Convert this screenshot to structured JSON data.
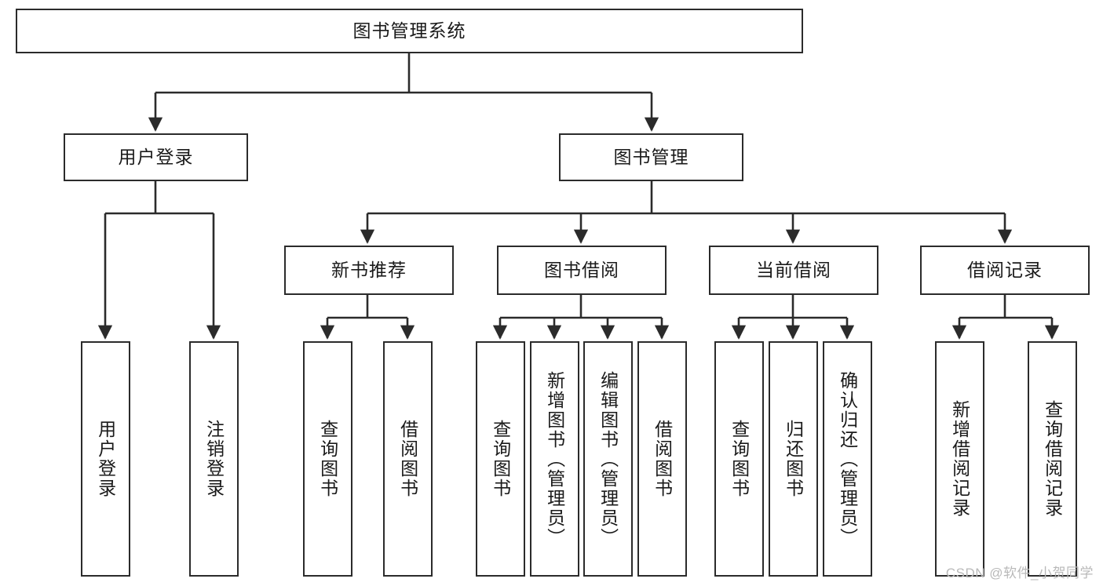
{
  "diagram": {
    "type": "tree-hierarchy-chart",
    "title": "图书管理系统",
    "watermark": "CSDN @软件_小贺同学",
    "colors": {
      "box_border": "#2b2b2b",
      "box_fill": "#ffffff",
      "text": "#1a1a1a",
      "connector": "#2b2b2b",
      "watermark": "#b9b9b9",
      "background": "#ffffff"
    },
    "root": {
      "label": "图书管理系统"
    },
    "level2": [
      {
        "label": "用户登录"
      },
      {
        "label": "图书管理"
      }
    ],
    "level3": [
      {
        "label": "新书推荐"
      },
      {
        "label": "图书借阅"
      },
      {
        "label": "当前借阅"
      },
      {
        "label": "借阅记录"
      }
    ],
    "leaves": {
      "user_login": [
        {
          "label": "用户登录"
        },
        {
          "label": "注销登录"
        }
      ],
      "new_book_recommend": [
        {
          "label": "查询图书"
        },
        {
          "label": "借阅图书"
        }
      ],
      "book_borrow": [
        {
          "label": "查询图书"
        },
        {
          "label": "新增图书（管理员）"
        },
        {
          "label": "编辑图书（管理员）"
        },
        {
          "label": "借阅图书"
        }
      ],
      "current_borrow": [
        {
          "label": "查询图书"
        },
        {
          "label": "归还图书"
        },
        {
          "label": "确认归还（管理员）"
        }
      ],
      "borrow_record": [
        {
          "label": "新增借阅记录"
        },
        {
          "label": "查询借阅记录"
        }
      ]
    }
  }
}
